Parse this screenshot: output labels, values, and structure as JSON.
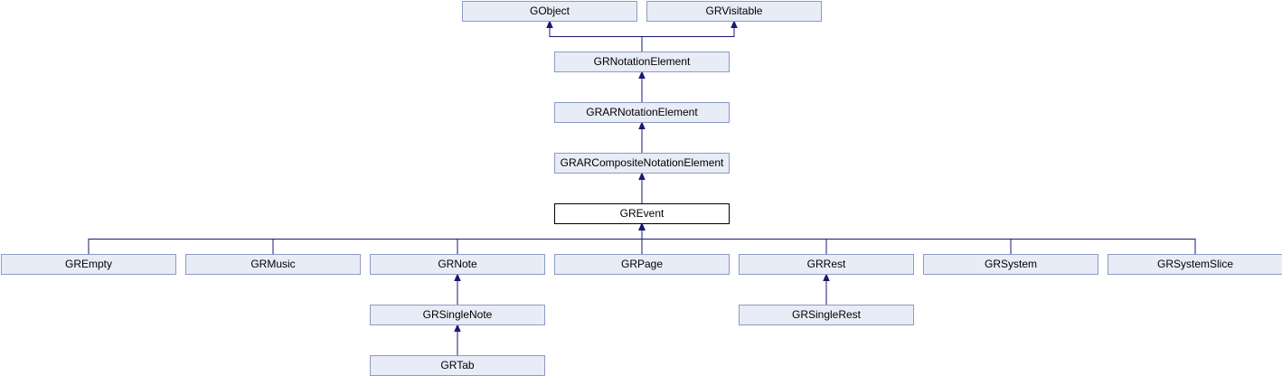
{
  "diagram": {
    "type": "class-inheritance",
    "nodes": [
      {
        "id": "gobject",
        "label": "GObject"
      },
      {
        "id": "grvisitable",
        "label": "GRVisitable"
      },
      {
        "id": "grnotationelement",
        "label": "GRNotationElement"
      },
      {
        "id": "grarnotationelement",
        "label": "GRARNotationElement"
      },
      {
        "id": "grarcompositenotationelement",
        "label": "GRARCompositeNotationElement"
      },
      {
        "id": "grevent",
        "label": "GREvent",
        "current": true
      },
      {
        "id": "grempty",
        "label": "GREmpty"
      },
      {
        "id": "grmusic",
        "label": "GRMusic"
      },
      {
        "id": "grnote",
        "label": "GRNote"
      },
      {
        "id": "grpage",
        "label": "GRPage"
      },
      {
        "id": "grrest",
        "label": "GRRest"
      },
      {
        "id": "grsystem",
        "label": "GRSystem"
      },
      {
        "id": "grsystemslice",
        "label": "GRSystemSlice"
      },
      {
        "id": "grsinglenote",
        "label": "GRSingleNote"
      },
      {
        "id": "grsinglerest",
        "label": "GRSingleRest"
      },
      {
        "id": "grtab",
        "label": "GRTab"
      }
    ],
    "edges": [
      {
        "from": "grnotationelement",
        "to": "gobject"
      },
      {
        "from": "grnotationelement",
        "to": "grvisitable"
      },
      {
        "from": "grarnotationelement",
        "to": "grnotationelement"
      },
      {
        "from": "grarcompositenotationelement",
        "to": "grarnotationelement"
      },
      {
        "from": "grevent",
        "to": "grarcompositenotationelement"
      },
      {
        "from": "grempty",
        "to": "grevent"
      },
      {
        "from": "grmusic",
        "to": "grevent"
      },
      {
        "from": "grnote",
        "to": "grevent"
      },
      {
        "from": "grpage",
        "to": "grevent"
      },
      {
        "from": "grrest",
        "to": "grevent"
      },
      {
        "from": "grsystem",
        "to": "grevent"
      },
      {
        "from": "grsystemslice",
        "to": "grevent"
      },
      {
        "from": "grsinglenote",
        "to": "grnote"
      },
      {
        "from": "grtab",
        "to": "grsinglenote"
      },
      {
        "from": "grsinglerest",
        "to": "grrest"
      }
    ]
  }
}
